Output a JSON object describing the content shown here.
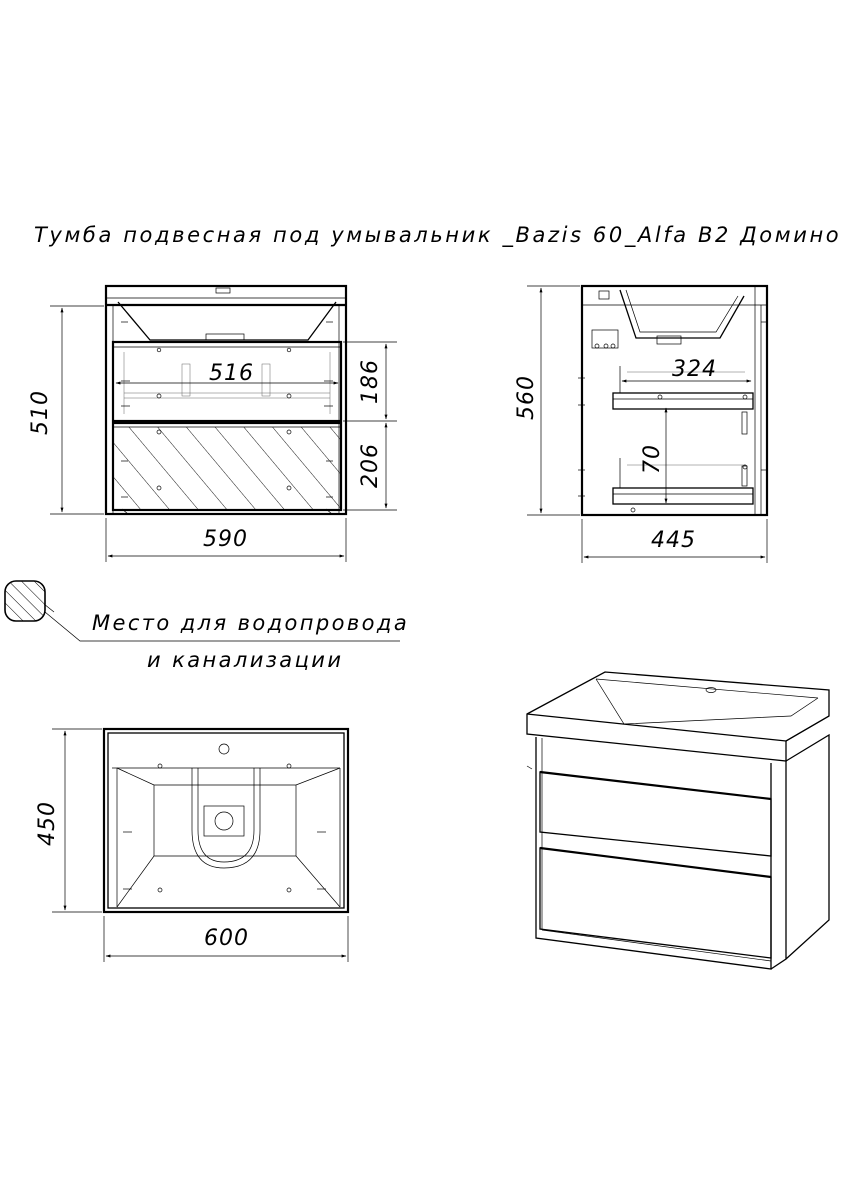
{
  "title": "Тумба подвесная под умывальник _Bazis 60_Alfa B2 Домино",
  "front_view": {
    "inner_width_label": "516",
    "upper_drawer_label": "186",
    "lower_drawer_label": "206",
    "height_label": "510",
    "width_label": "590"
  },
  "side_view": {
    "depth_inner_label": "324",
    "gap_label": "70",
    "height_label": "560",
    "depth_label": "445"
  },
  "legend": {
    "line1": "Место для водопровода",
    "line2": "и канализации"
  },
  "top_view": {
    "depth_label": "450",
    "width_label": "600"
  },
  "colors": {
    "line": "#000000",
    "background": "#ffffff"
  }
}
